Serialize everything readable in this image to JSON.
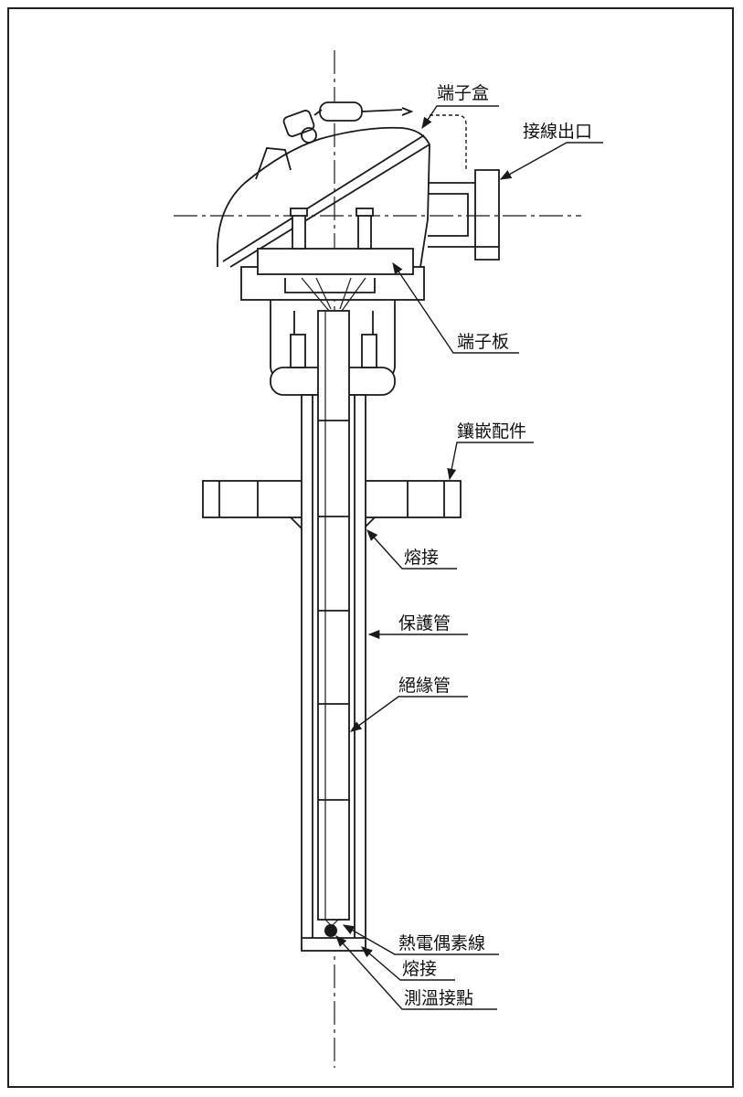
{
  "labels": {
    "terminal_box": "端子盒",
    "wiring_outlet": "接線出口",
    "terminal_block": "端子板",
    "mounting_fitting": "鑲嵌配件",
    "weld_upper": "熔接",
    "protection_tube": "保護管",
    "insulation_tube": "絕緣管",
    "thermocouple_wire": "熱電偶素線",
    "weld_lower": "熔接",
    "measuring_junction": "測溫接點"
  },
  "colors": {
    "line": "#1a1a1a",
    "background": "#ffffff"
  }
}
